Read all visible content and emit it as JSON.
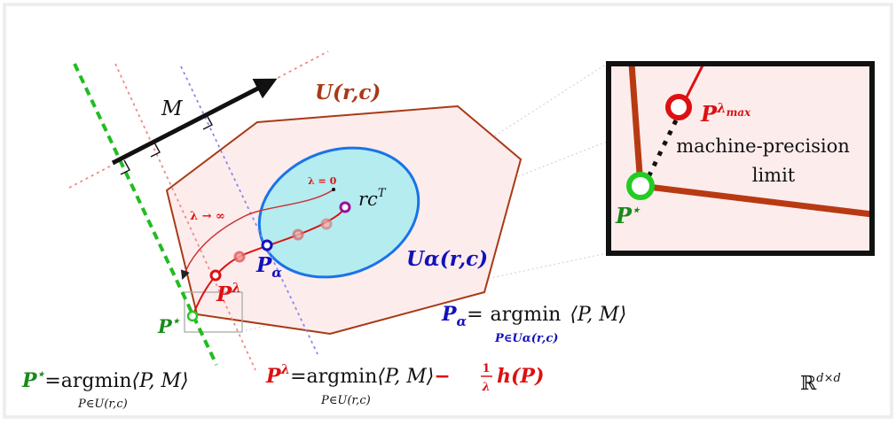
{
  "labels": {
    "matrix_M": "M",
    "polytope": "U(r,c)",
    "ellipse": "Uα(r,c)",
    "center": "rc",
    "center_sup": "T",
    "lambda_zero": "λ = 0",
    "lambda_inf": "λ → ∞",
    "p_alpha": "P",
    "p_alpha_sub": "α",
    "p_lambda": "P",
    "p_lambda_sup": "λ",
    "p_star": "P",
    "p_star_sup": "⋆",
    "space": "ℝ",
    "space_sup": "d×d"
  },
  "inset": {
    "p_lambda_max": "P",
    "p_lambda_max_sup": "λ",
    "p_lambda_max_sub": "max",
    "limit_line1": "machine-precision",
    "limit_line2": "limit",
    "p_star": "P",
    "p_star_sup": "⋆"
  },
  "formulas": {
    "p_star": {
      "lhs": "P",
      "lhs_sup": "⋆",
      "eq": "=",
      "op": "argmin",
      "body": "⟨P, M⟩",
      "sub": "P∈U(r,c)"
    },
    "p_lambda": {
      "lhs": "P",
      "lhs_sup": "λ",
      "eq": "=",
      "op": "argmin",
      "body": "⟨P, M⟩",
      "minus": "−",
      "frac_num": "1",
      "frac_den": "λ",
      "reg": "h(P)",
      "sub": "P∈U(r,c)"
    },
    "p_alpha": {
      "lhs": "P",
      "lhs_sub": "α",
      "eq": "=",
      "op": "argmin",
      "body": "⟨P, M⟩",
      "sub": "P∈Uα(r,c)"
    }
  },
  "colors": {
    "polytope_stroke": "#a83a16",
    "polytope_fill": "#fdecec",
    "ellipse_stroke": "#1a73e8",
    "ellipse_fill": "#b4ecf0",
    "red": "#dd1111",
    "blue": "#1212bb",
    "green": "#1a8a1a",
    "bright_green": "#22cc22",
    "purple": "#9a109a",
    "dashed_green": "#22bb22",
    "dotted_red": "#f08a8a",
    "dotted_blue": "#8888ee"
  }
}
